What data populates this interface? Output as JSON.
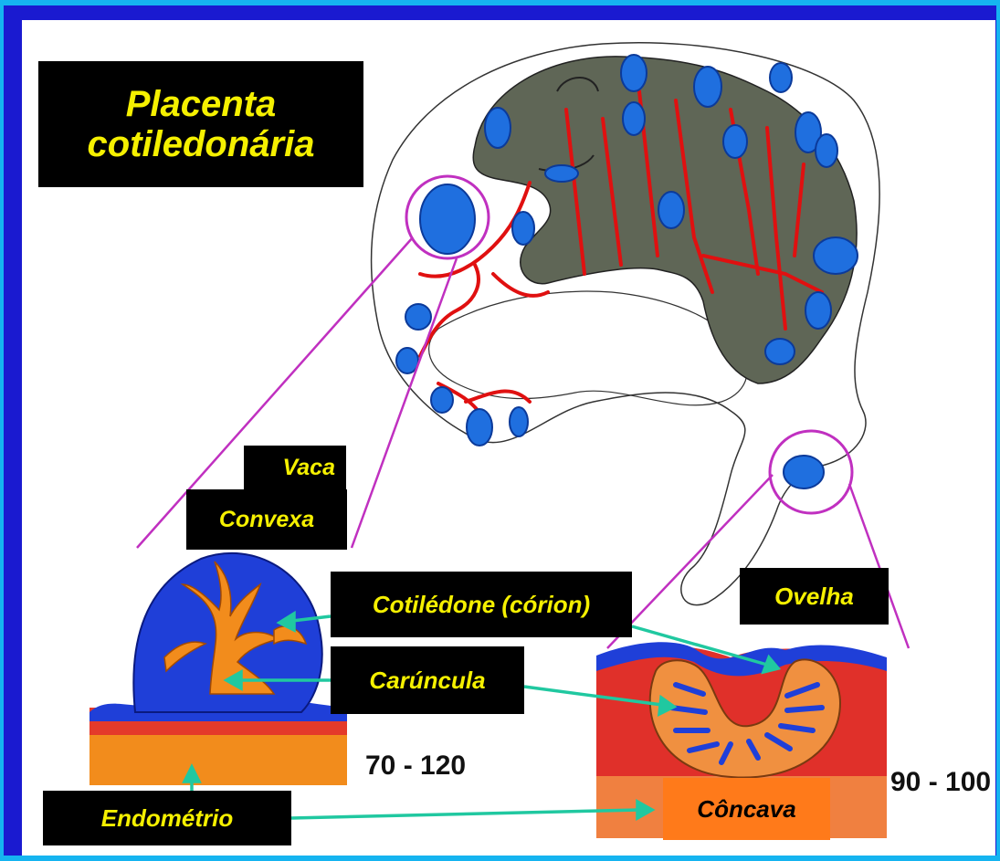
{
  "title": "Placenta cotiledonária",
  "labels": {
    "vaca": "Vaca",
    "convexa": "Convexa",
    "cotiledone": "Cotilédone (córion)",
    "caruncula": "Carúncula",
    "ovelha": "Ovelha",
    "endometrio": "Endométrio",
    "concava": "Côncava"
  },
  "numbers": {
    "cow_range": "70 - 120",
    "sheep_range": "90 - 100"
  },
  "colors": {
    "background": "#1a1ad0",
    "border": "#15b4f0",
    "label_bg": "#000000",
    "label_text": "#f5f000",
    "concava_bg": "#ff7a1a",
    "fetus": "#5f6656",
    "cotyledon": "#1f6fdf",
    "vessel": "#e01010",
    "outline": "#c030c0",
    "pointer": "#20c8a0"
  }
}
